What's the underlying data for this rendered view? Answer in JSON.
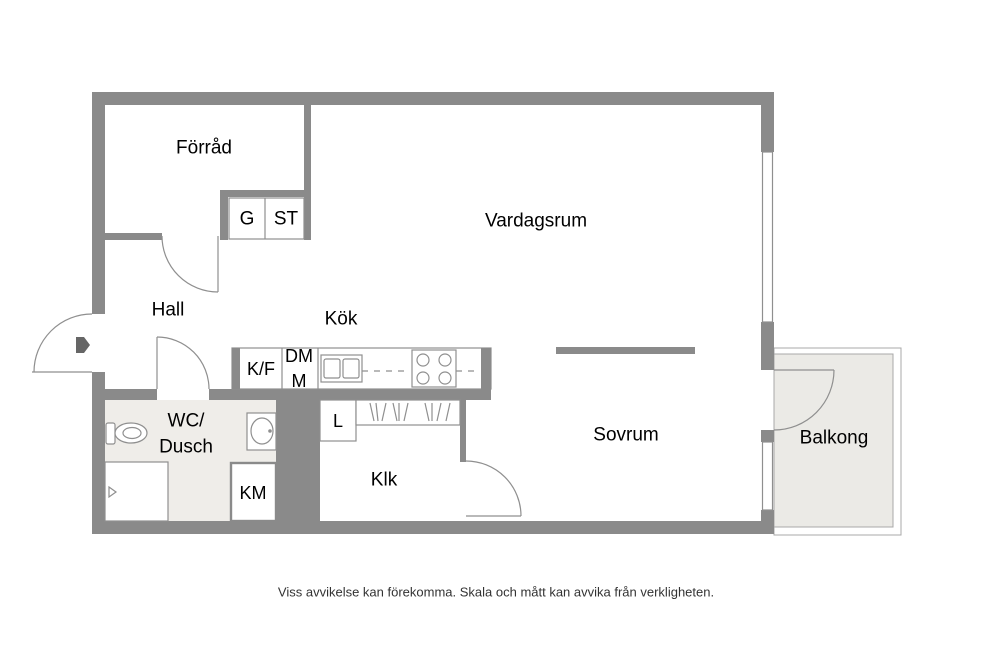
{
  "floor_plan": {
    "rooms": {
      "forrad": "Förråd",
      "vardagsrum": "Vardagsrum",
      "hall": "Hall",
      "kok": "Kök",
      "wc_line1": "WC/",
      "wc_line2": "Dusch",
      "klk": "Klk",
      "sovrum": "Sovrum",
      "balkong": "Balkong"
    },
    "fixtures": {
      "g": "G",
      "st": "ST",
      "kf": "K/F",
      "dm_line1": "DM",
      "dm_line2": "M",
      "l": "L",
      "km": "KM"
    }
  },
  "disclaimer": "Viss avvikelse kan förekomma. Skala och mått kan avvika från verkligheten.",
  "colors": {
    "wall": "#8a8a8a",
    "wet_room_fill": "#efede9",
    "balcony_fill": "#ebeae6",
    "text": "#000000"
  },
  "symbols": [
    "entrance-arrow-icon",
    "toilet-icon",
    "washbasin-icon",
    "shower-drain-icon",
    "kitchen-sink-icon",
    "stove-icon",
    "wardrobe-icon"
  ]
}
